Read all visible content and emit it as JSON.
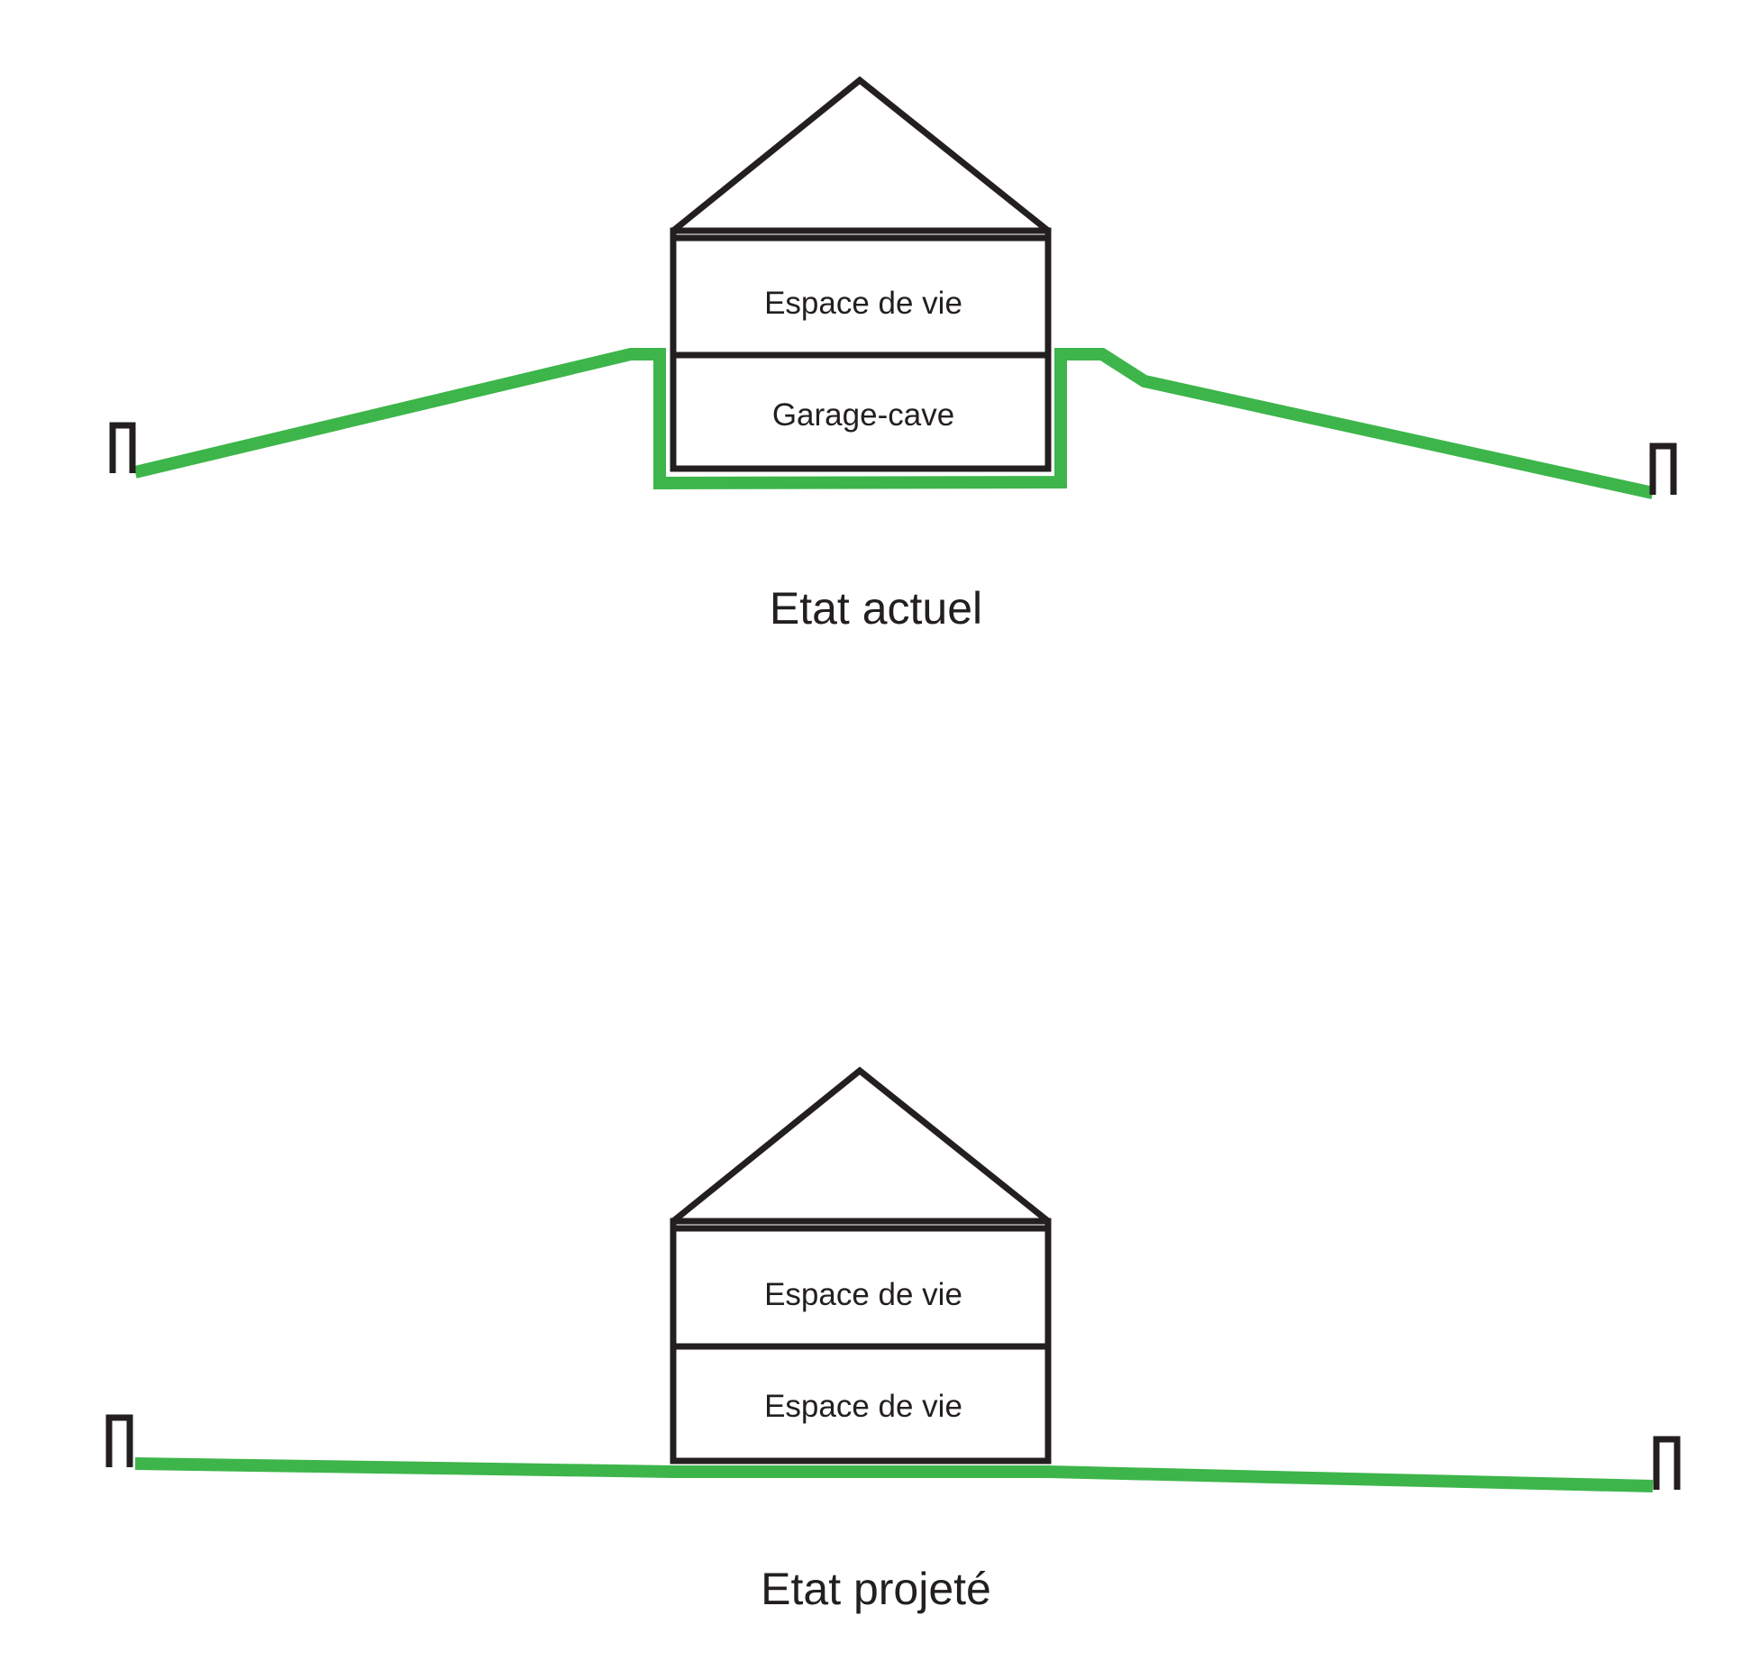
{
  "colors": {
    "outline": "#231f20",
    "ground": "#3db54a",
    "text": "#231f20"
  },
  "sections": [
    {
      "caption": "Etat actuel",
      "rooms": [
        {
          "label": "Espace de vie"
        },
        {
          "label": "Garage-cave"
        }
      ]
    },
    {
      "caption": "Etat projeté",
      "rooms": [
        {
          "label": "Espace de vie"
        },
        {
          "label": "Espace de vie"
        }
      ]
    }
  ]
}
